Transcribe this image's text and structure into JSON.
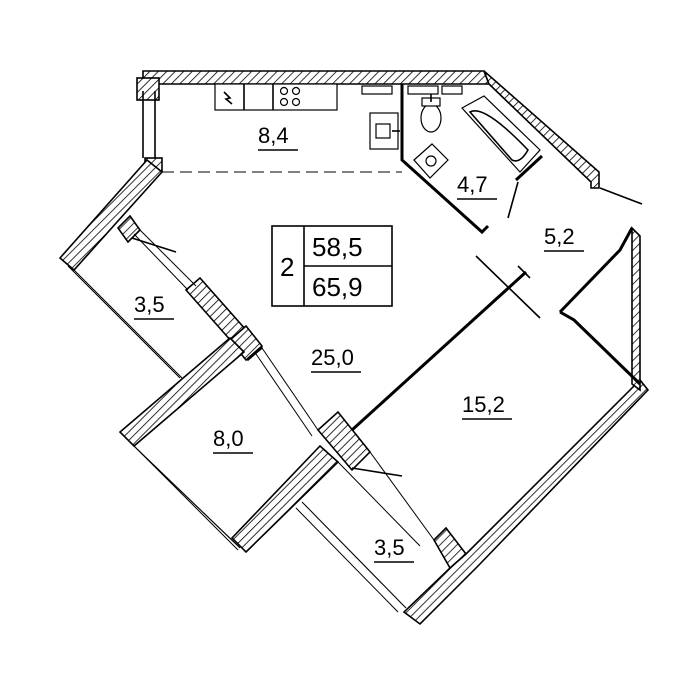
{
  "rooms": {
    "kitchen": "8,4",
    "bath": "4,7",
    "hall": "5,2",
    "living": "25,0",
    "bedroom": "15,2",
    "loggia_left": "3,5",
    "room_small": "8,0",
    "loggia_bottom": "3,5"
  },
  "summary": {
    "rooms_count": "2",
    "living_area": "58,5",
    "total_area": "65,9"
  }
}
